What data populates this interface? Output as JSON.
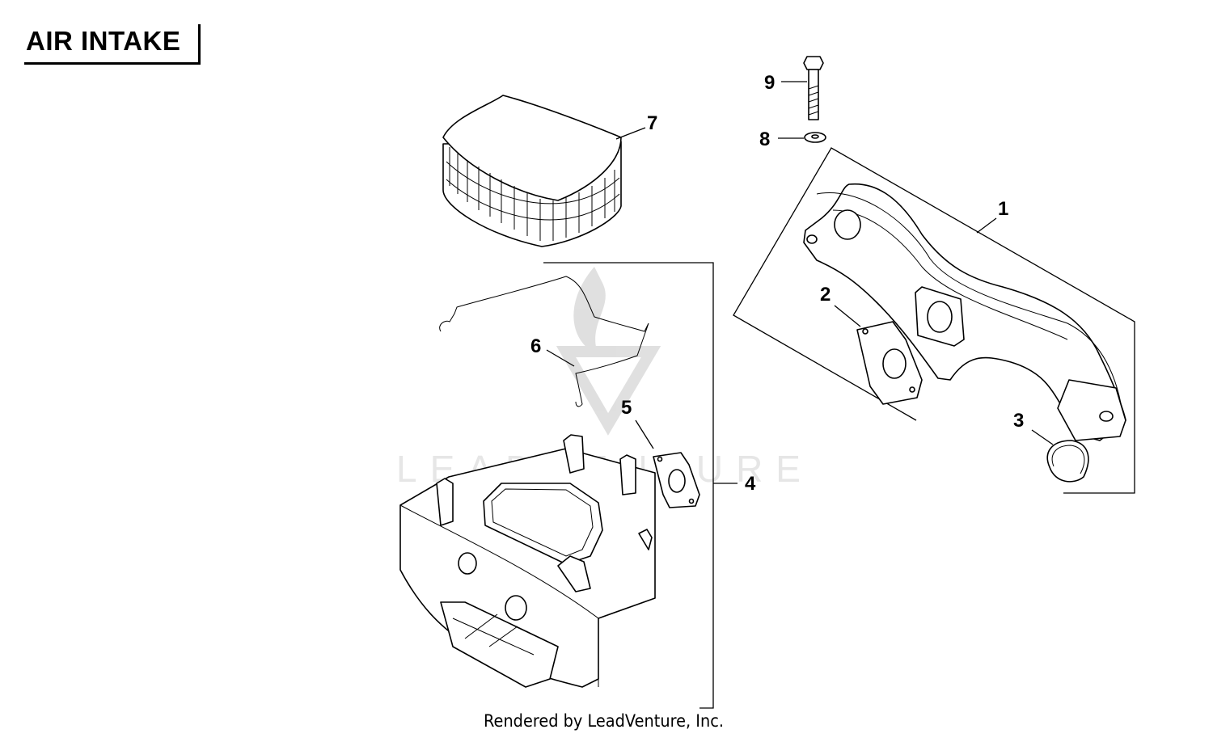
{
  "title": "AIR INTAKE",
  "footer": "Rendered by LeadVenture, Inc.",
  "watermark": "LEADVENTURE",
  "callouts": [
    "1",
    "2",
    "3",
    "4",
    "5",
    "6",
    "7",
    "8",
    "9"
  ],
  "colors": {
    "ink": "#000000",
    "watermark": "#e6e6e6"
  }
}
